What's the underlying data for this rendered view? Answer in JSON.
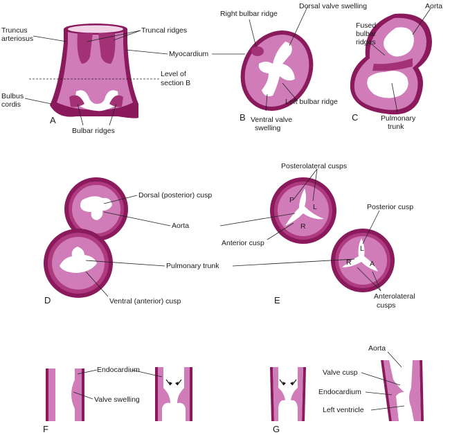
{
  "panels": {
    "A": "A",
    "B": "B",
    "C": "C",
    "D": "D",
    "E": "E",
    "F": "F",
    "G": "G"
  },
  "labels": {
    "a_truncus_1": "Truncus",
    "a_truncus_2": "arteriosus",
    "a_truncal_ridges": "Truncal ridges",
    "a_myocardium": "Myocardium",
    "a_level_1": "Level of",
    "a_level_2": "section B",
    "a_bulbus_1": "Bulbus",
    "a_bulbus_2": "cordis",
    "a_bulbar_ridges": "Bulbar ridges",
    "b_right_bulbar": "Right bulbar ridge",
    "b_dorsal_valve": "Dorsal valve swelling",
    "b_left_bulbar": "Left bulbar ridge",
    "b_ventral_1": "Ventral valve",
    "b_ventral_2": "swelling",
    "c_aorta": "Aorta",
    "c_fused_1": "Fused",
    "c_fused_2": "bulbar",
    "c_fused_3": "ridges",
    "c_pulm_1": "Pulmonary",
    "c_pulm_2": "trunk",
    "d_dorsal_cusp": "Dorsal (posterior) cusp",
    "d_aorta": "Aorta",
    "d_pulmonary": "Pulmonary trunk",
    "d_ventral_cusp": "Ventral (anterior) cusp",
    "e_posterolateral": "Posterolateral cusps",
    "e_anterior_cusp": "Anterior cusp",
    "e_posterior_cusp": "Posterior cusp",
    "e_anterolateral_1": "Anterolateral",
    "e_anterolateral_2": "cusps",
    "e_p": "P",
    "e_l1": "L",
    "e_r1": "R",
    "e_l2": "L",
    "e_r2": "R",
    "e_a": "A",
    "f_endocardium": "Endocardium",
    "f_valve_swelling": "Valve swelling",
    "g_aorta": "Aorta",
    "g_valve_cusp": "Valve cusp",
    "g_endocardium": "Endocardium",
    "g_left_ventricle": "Left ventricle"
  },
  "colors": {
    "wall_outer": "#8a1a5c",
    "wall_mid": "#b03a7f",
    "tissue": "#cf7cb8",
    "ridge": "#a23275",
    "lumen": "#ffffff"
  }
}
